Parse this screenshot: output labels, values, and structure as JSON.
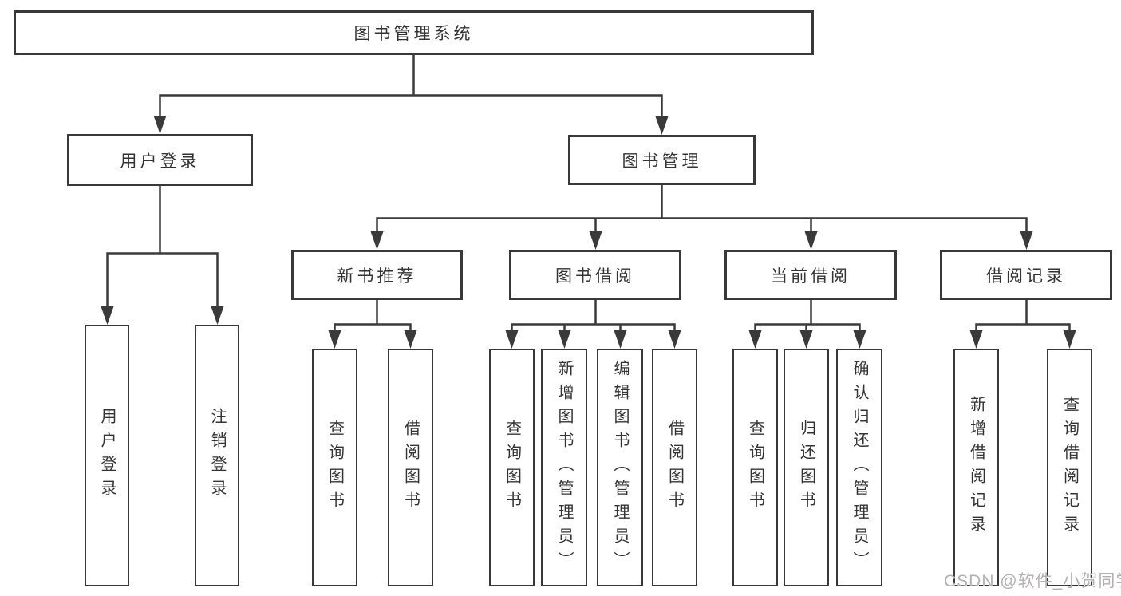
{
  "tree": {
    "label": "图书管理系统",
    "children": [
      {
        "label": "用户登录",
        "children": [
          {
            "label": "用户登录"
          },
          {
            "label": "注销登录"
          }
        ]
      },
      {
        "label": "图书管理",
        "children": [
          {
            "label": "新书推荐",
            "children": [
              {
                "label": "查询图书"
              },
              {
                "label": "借阅图书"
              }
            ]
          },
          {
            "label": "图书借阅",
            "children": [
              {
                "label": "查询图书"
              },
              {
                "label": "新增图书（管理员）"
              },
              {
                "label": "编辑图书（管理员）"
              },
              {
                "label": "借阅图书"
              }
            ]
          },
          {
            "label": "当前借阅",
            "children": [
              {
                "label": "查询图书"
              },
              {
                "label": "归还图书"
              },
              {
                "label": "确认归还（管理员）"
              }
            ]
          },
          {
            "label": "借阅记录",
            "children": [
              {
                "label": "新增借阅记录"
              },
              {
                "label": "查询借阅记录"
              }
            ]
          }
        ]
      }
    ]
  },
  "watermark": {
    "text": "CSDN @软件_小贺同学"
  },
  "colors": {
    "line": "#3a3a3a",
    "border": "#383838",
    "text": "#333333",
    "watermark": "#b2b0b0",
    "background": "#ffffff"
  }
}
